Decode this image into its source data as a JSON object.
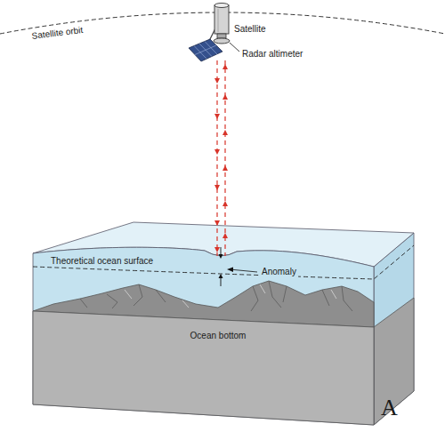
{
  "diagram": {
    "labels": [
      "Satellite orbit",
      "Satellite",
      "Radar altimeter",
      "Theoretical ocean surface",
      "Anomaly",
      "Ocean bottom",
      "A"
    ]
  }
}
